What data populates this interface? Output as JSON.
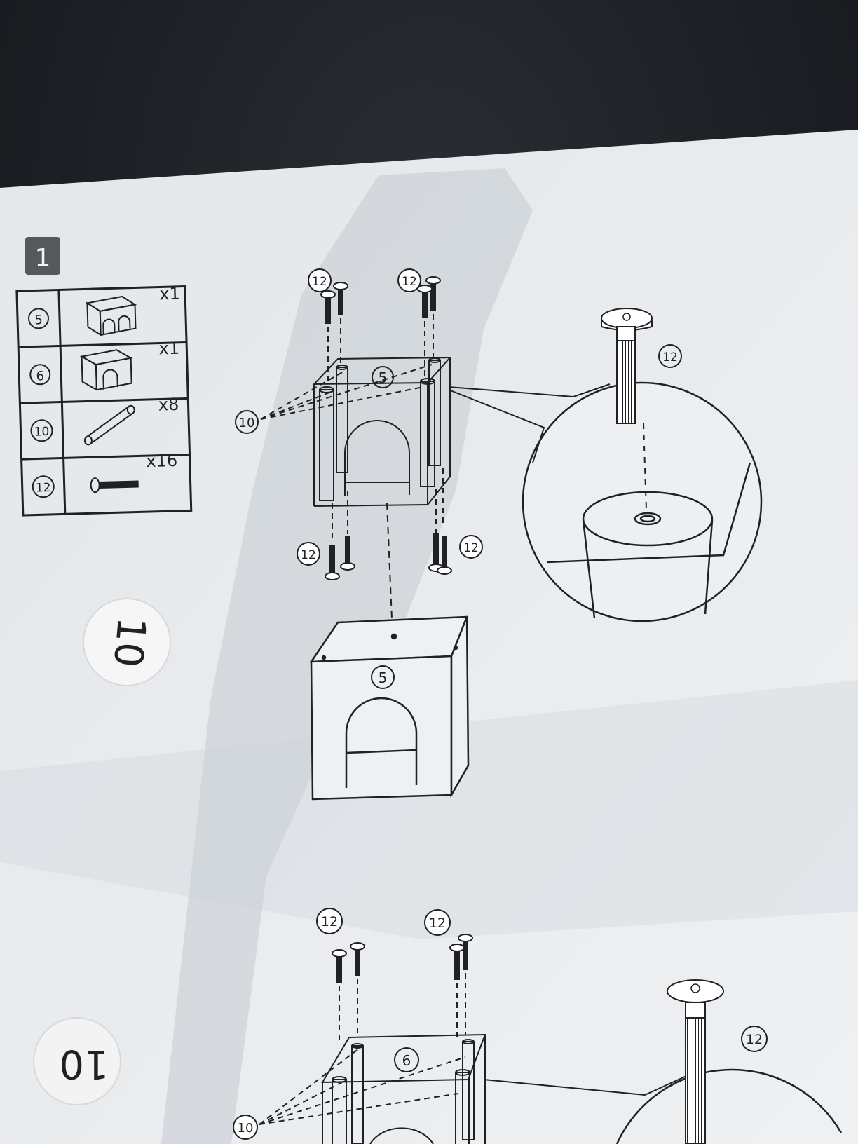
{
  "step": {
    "number": "1"
  },
  "parts_list": [
    {
      "part_id": "5",
      "quantity": "x1",
      "icon": "cube-two-arch-icon"
    },
    {
      "part_id": "6",
      "quantity": "x1",
      "icon": "cube-one-arch-icon"
    },
    {
      "part_id": "10",
      "quantity": "x8",
      "icon": "tube-icon"
    },
    {
      "part_id": "12",
      "quantity": "x16",
      "icon": "bolt-icon"
    }
  ],
  "callouts": {
    "bolt": "12",
    "tube": "10",
    "cube_a": "5",
    "cube_b": "6"
  },
  "stickers": {
    "page_number": "10",
    "page_number_edge": "10"
  },
  "colors": {
    "paper": "#e8ebee",
    "ink": "#1f2124",
    "background": "#16181c",
    "shadow": "#b9c0c8"
  }
}
